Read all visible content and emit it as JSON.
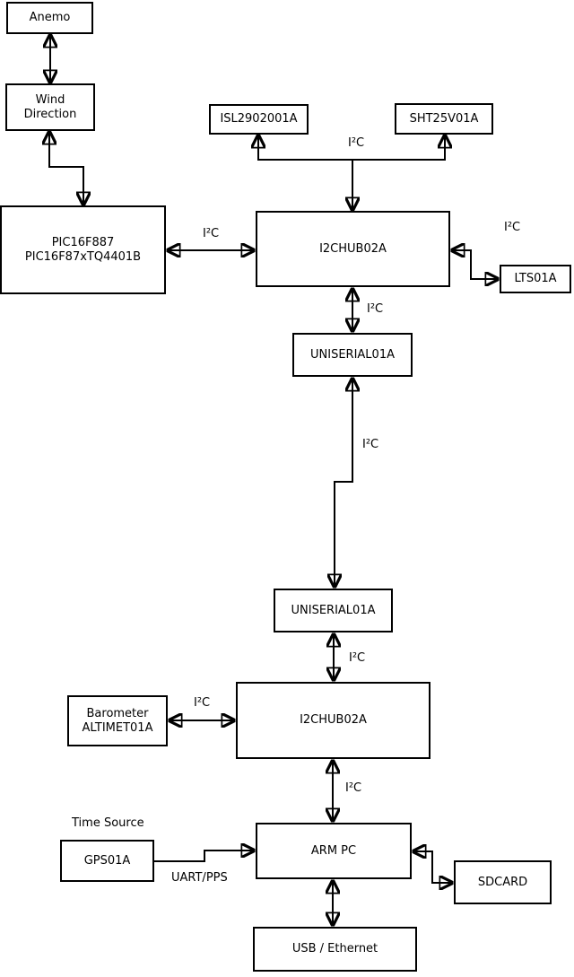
{
  "diagram": {
    "background": "#ffffff",
    "line_color": "#000000",
    "box_fill": "#ffffff",
    "nodes": {
      "anemo": {
        "label": "Anemo"
      },
      "wind_direction": {
        "line1": "Wind",
        "line2": "Direction"
      },
      "pic": {
        "line1": "PIC16F887",
        "line2": "PIC16F87xTQ4401B"
      },
      "isl2902001a": {
        "label": "ISL2902001A"
      },
      "sht25v01a": {
        "label": "SHT25V01A"
      },
      "i2chub_top": {
        "label": "I2CHUB02A"
      },
      "lts01a": {
        "label": "LTS01A"
      },
      "uniserial_top": {
        "label": "UNISERIAL01A"
      },
      "uniserial_bottom": {
        "label": "UNISERIAL01A"
      },
      "i2chub_bottom": {
        "label": "I2CHUB02A"
      },
      "barometer": {
        "line1": "Barometer",
        "line2": "ALTIMET01A"
      },
      "gps01a": {
        "label": "GPS01A"
      },
      "arm_pc": {
        "label": "ARM PC"
      },
      "sdcard": {
        "label": "SDCARD"
      },
      "usb_ethernet": {
        "label": "USB / Ethernet"
      }
    },
    "labels": {
      "i2c_sensor_bus": "I²C",
      "i2c_pic_hub": "I²C",
      "i2c_hub_lts": "I²C",
      "i2c_hub_uniserial": "I²C",
      "i2c_uniserial_link": "I²C",
      "i2c_uniserial_hub2": "I²C",
      "i2c_barometer": "I²C",
      "i2c_hub2_arm": "I²C",
      "time_source": "Time Source",
      "uart_pps": "UART/PPS"
    }
  }
}
